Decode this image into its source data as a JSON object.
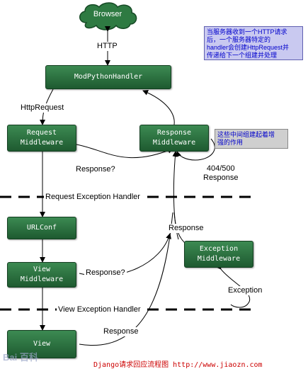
{
  "browser": {
    "label": "Browser"
  },
  "nodes": {
    "handler": "ModPythonHandler",
    "request_mw": [
      "Request",
      "Middleware"
    ],
    "response_mw": [
      "Response",
      "Middleware"
    ],
    "urlconf": "URLConf",
    "view_mw": [
      "View",
      "Middleware"
    ],
    "view": "View",
    "exception_mw": [
      "Exception",
      "Middleware"
    ]
  },
  "edges": {
    "http": "HTTP",
    "http_request": "HttpRequest",
    "response_q1": "Response?",
    "response_q2": "Response?",
    "error_404_500": [
      "404/500",
      "Response"
    ],
    "response_mid": "Response",
    "response_view": "Response",
    "exception": "Exception"
  },
  "sections": {
    "request_exception": "Request Exception Handler",
    "view_exception": "View Exception Handler"
  },
  "notes": {
    "top_right": [
      "当服务器收到一个HTTP请求",
      "后，一个服务器特定的",
      "handler会创建HttpRequest并",
      "传递给下一个组建并处理"
    ],
    "middle": [
      "这些中间组建起着增",
      "强的作用"
    ]
  },
  "footer": "Django请求回应流程图  http://www.jiaozn.com",
  "watermark": "Bai 百科"
}
